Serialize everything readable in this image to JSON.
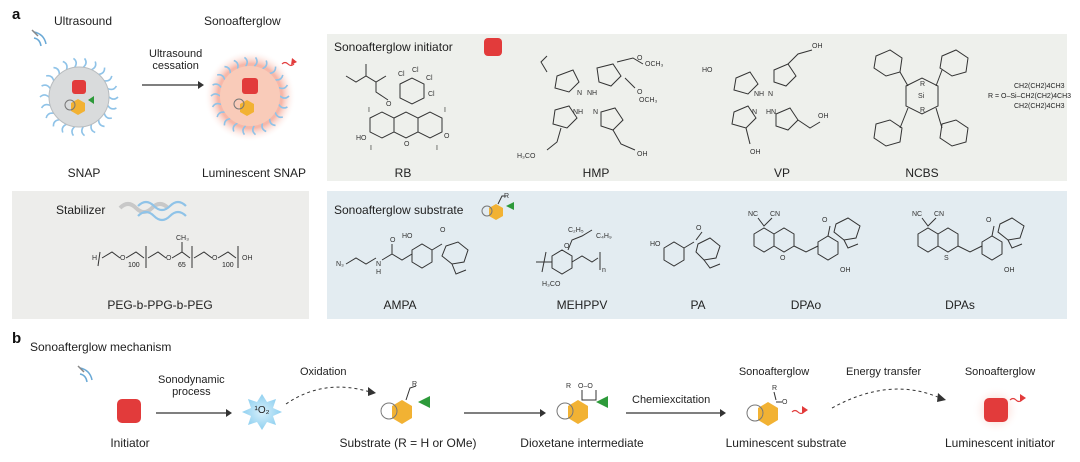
{
  "panel_a": {
    "letter": "a",
    "ultrasound": "Ultrasound",
    "sonoafterglow": "Sonoafterglow",
    "cessation": "Ultrasound\ncessation",
    "snap": "SNAP",
    "luminescent_snap": "Luminescent SNAP",
    "initiator_box": {
      "title": "Sonoafterglow initiator",
      "molecules": [
        "RB",
        "HMP",
        "VP",
        "NCBS"
      ],
      "ncbs_r_group": [
        "CH2(CH2)4CH3",
        "R = O–Si–CH2(CH2)4CH3",
        "CH2(CH2)4CH3"
      ]
    },
    "stabilizer_box": {
      "title": "Stabilizer",
      "polymer": "PEG-b-PPG-b-PEG",
      "subscripts": [
        "100",
        "65",
        "100"
      ]
    },
    "substrate_box": {
      "title": "Sonoafterglow substrate",
      "molecules": [
        "AMPA",
        "MEHPPV",
        "PA",
        "DPAo",
        "DPAs"
      ]
    }
  },
  "panel_b": {
    "letter": "b",
    "title": "Sonoafterglow mechanism",
    "steps": {
      "initiator": "Initiator",
      "sonodynamic": "Sonodynamic\nprocess",
      "singlet_oxygen": "¹O₂",
      "oxidation": "Oxidation",
      "substrate": "Substrate (R = H or OMe)",
      "dioxetane": "Dioxetane intermediate",
      "chemiexcitation": "Chemiexcitation",
      "sonoafterglow_1": "Sonoafterglow",
      "luminescent_substrate": "Luminescent substrate",
      "energy_transfer": "Energy transfer",
      "sonoafterglow_2": "Sonoafterglow",
      "luminescent_initiator": "Luminescent initiator"
    }
  },
  "colors": {
    "initiator_red": "#e23b3b",
    "substrate_yellow": "#f2b233",
    "arrow_green": "#2d9a3a",
    "peg_blue": "#8fc3e8",
    "glow_red": "#f7b7a8",
    "oxygen_blue": "#8fd0f0"
  }
}
